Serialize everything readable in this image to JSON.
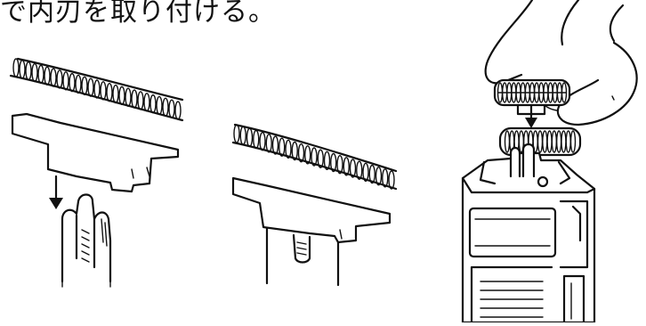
{
  "heading_text": "で内刃を取り付ける。",
  "panels": [
    {
      "name": "step-insert",
      "description_arrow": "down"
    },
    {
      "name": "step-attached"
    },
    {
      "name": "step-shaver-head"
    }
  ]
}
